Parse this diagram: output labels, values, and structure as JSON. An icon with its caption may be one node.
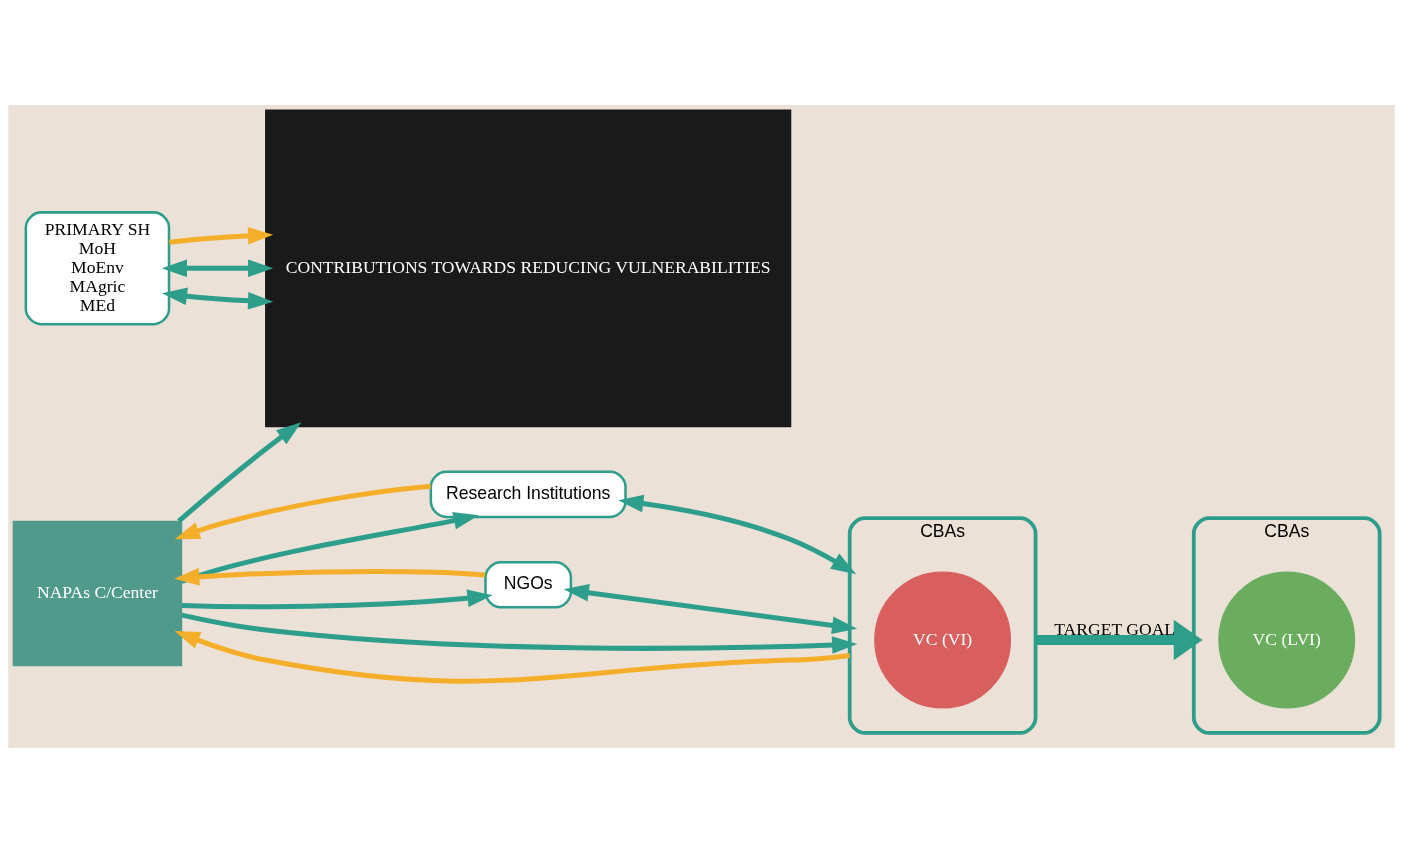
{
  "diagram": {
    "nodes": [
      {
        "text": [
          "PRIMARY SH",
          "MoH",
          "MoEnv",
          "MAgric",
          "MEd"
        ]
      },
      {
        "text": [
          "CONTRIBUTIONS TOWARDS REDUCING VULNERABILITIES"
        ]
      },
      {
        "text": [
          "Research Institutions"
        ]
      },
      {
        "text": [
          "NAPAs C/Center"
        ]
      },
      {
        "text": [
          "NGOs"
        ]
      },
      {
        "text": [
          "CBAs"
        ]
      },
      {
        "text": [
          "VC (VI)"
        ],
        "in": 5
      },
      {
        "text": [
          "CBAs"
        ]
      },
      {
        "text": [
          "VC (LVI)"
        ],
        "in": 7
      }
    ],
    "edges": [
      {
        "from": 0,
        "to": 1,
        "arrow": "both"
      },
      {
        "from": 0,
        "to": 1,
        "arrow": "both"
      },
      {
        "from": 0,
        "to": 1,
        "arrow": "to",
        "color": "#f5ae2a"
      },
      {
        "from": 3,
        "to": 1,
        "arrow": "to"
      },
      {
        "from": 3,
        "to": 2,
        "arrow": "to"
      },
      {
        "from": 3,
        "to": 4,
        "arrow": "to"
      },
      {
        "from": 2,
        "to": 3,
        "arrow": "to",
        "color": "#f5ae2a"
      },
      {
        "from": 4,
        "to": 3,
        "arrow": "to",
        "color": "#f5ae2a"
      },
      {
        "from": 3,
        "to": 5,
        "arrow": "to"
      },
      {
        "from": 5,
        "to": 3,
        "arrow": "to",
        "color": "#f5ae2a"
      },
      {
        "from": 2,
        "to": 5,
        "arrow": "both"
      },
      {
        "from": 4,
        "to": 5,
        "arrow": "both"
      },
      {
        "from": 5,
        "to": 7,
        "arrow": "to",
        "label": "TARGET GOAL",
        "style": "thick"
      }
    ]
  }
}
